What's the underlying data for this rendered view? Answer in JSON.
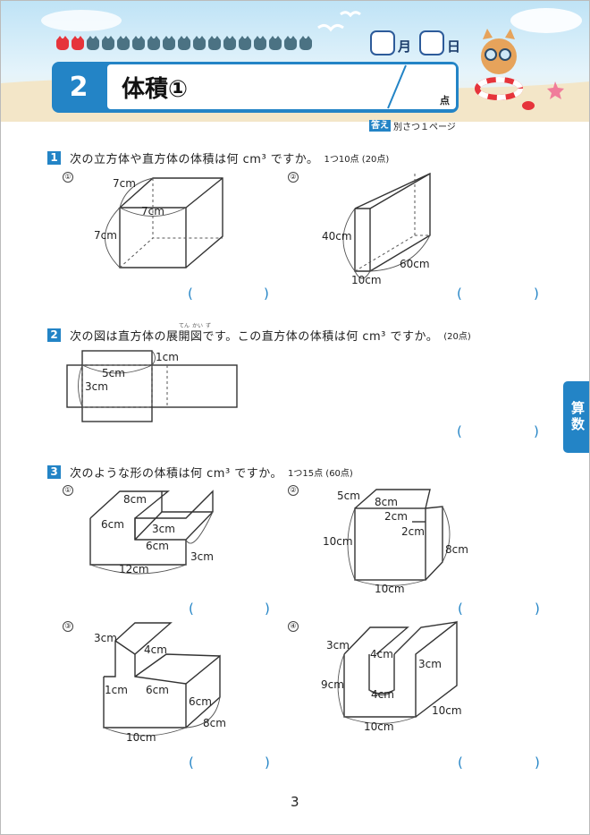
{
  "header": {
    "month_label": "月",
    "day_label": "日",
    "unit_no": "2",
    "title": "体積①",
    "score_label": "点",
    "answer_badge": "答え",
    "answer_ref": "別さつ１ページ",
    "subject_tab": "算数"
  },
  "q1": {
    "num": "1",
    "text": "次の立方体や直方体の体積は何 cm³ ですか。",
    "points": "1つ10点 (20点)",
    "items": [
      {
        "mark": "①",
        "labels": [
          "7cm",
          "7cm",
          "7cm"
        ],
        "paren_open": "(",
        "paren_close": ")"
      },
      {
        "mark": "②",
        "labels": [
          "40cm",
          "60cm",
          "10cm"
        ],
        "paren_open": "(",
        "paren_close": ")"
      }
    ]
  },
  "q2": {
    "num": "2",
    "text": "次の図は直方体の展開図です。この直方体の体積は何 cm³ ですか。",
    "ruby": [
      "てん",
      "かい",
      "ず"
    ],
    "points": "(20点)",
    "labels": [
      "1cm",
      "5cm",
      "3cm"
    ],
    "paren_open": "(",
    "paren_close": ")"
  },
  "q3": {
    "num": "3",
    "text": "次のような形の体積は何 cm³ ですか。",
    "points": "1つ15点 (60点)",
    "items": [
      {
        "mark": "①",
        "labels": [
          "8cm",
          "6cm",
          "3cm",
          "6cm",
          "3cm",
          "12cm"
        ],
        "paren_open": "(",
        "paren_close": ")"
      },
      {
        "mark": "②",
        "labels": [
          "5cm",
          "8cm",
          "2cm",
          "2cm",
          "10cm",
          "8cm",
          "10cm"
        ],
        "paren_open": "(",
        "paren_close": ")"
      },
      {
        "mark": "③",
        "labels": [
          "3cm",
          "4cm",
          "1cm",
          "6cm",
          "6cm",
          "8cm",
          "10cm"
        ],
        "paren_open": "(",
        "paren_close": ")"
      },
      {
        "mark": "④",
        "labels": [
          "3cm",
          "4cm",
          "3cm",
          "9cm",
          "4cm",
          "10cm",
          "10cm"
        ],
        "paren_open": "(",
        "paren_close": ")"
      }
    ]
  },
  "footer": {
    "page_number": "3"
  },
  "colors": {
    "accent": "#2384c6",
    "progress_red": "#e6343b",
    "progress_gray": "#4b7283"
  }
}
